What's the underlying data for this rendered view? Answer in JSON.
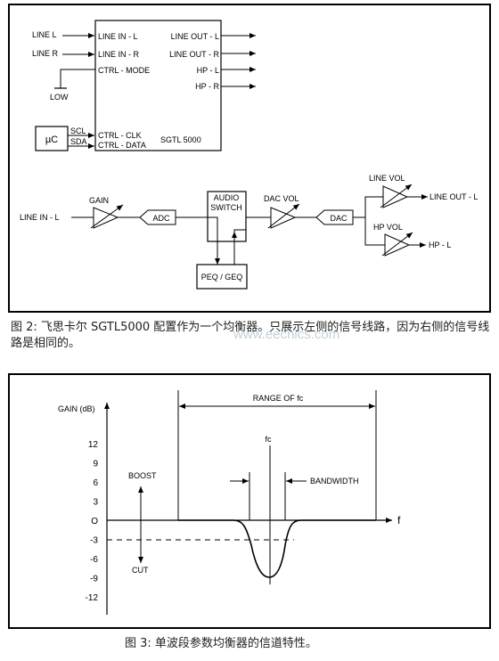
{
  "diagram1": {
    "chip": {
      "line_in_l_left": "LINE L",
      "line_in_r_left": "LINE R",
      "low": "LOW",
      "uc": "µC",
      "scl": "SCL",
      "sda": "SDA",
      "pin_line_in_l": "LINE IN - L",
      "pin_line_in_r": "LINE IN - R",
      "pin_ctrl_mode": "CTRL - MODE",
      "pin_ctrl_clk": "CTRL - CLK",
      "pin_ctrl_data": "CTRL - DATA",
      "pin_line_out_l": "LINE OUT - L",
      "pin_line_out_r": "LINE OUT - R",
      "pin_hp_l": "HP - L",
      "pin_hp_r": "HP - R",
      "part": "SGTL 5000"
    },
    "flow": {
      "line_in_l": "LINE IN - L",
      "gain": "GAIN",
      "adc": "ADC",
      "audio": "AUDIO",
      "switch": "SWITCH",
      "peq_geq": "PEQ / GEQ",
      "dac_vol": "DAC VOL",
      "dac": "DAC",
      "line_vol": "LINE VOL",
      "line_out_l": "LINE OUT - L",
      "hp_vol": "HP VOL",
      "hp_l": "HP - L"
    }
  },
  "caption1": "图 2: 飞思卡尔 SGTL5000 配置作为一个均衡器。只展示左侧的信号线路，因为右侧的信号线路是相同的。",
  "watermark": "www.eecnics.com",
  "diagram2": {
    "gain_db": "GAIN (dB)",
    "range_of_fc": "RANGE OF fc",
    "fc": "fc",
    "boost": "BOOST",
    "cut": "CUT",
    "bandwidth": "BANDWIDTH",
    "f": "f",
    "ticks": [
      "12",
      "9",
      "6",
      "3",
      "O",
      "-3",
      "-6",
      "-9",
      "-12"
    ]
  },
  "caption2": "图 3: 单波段参数均衡器的信道特性。"
}
